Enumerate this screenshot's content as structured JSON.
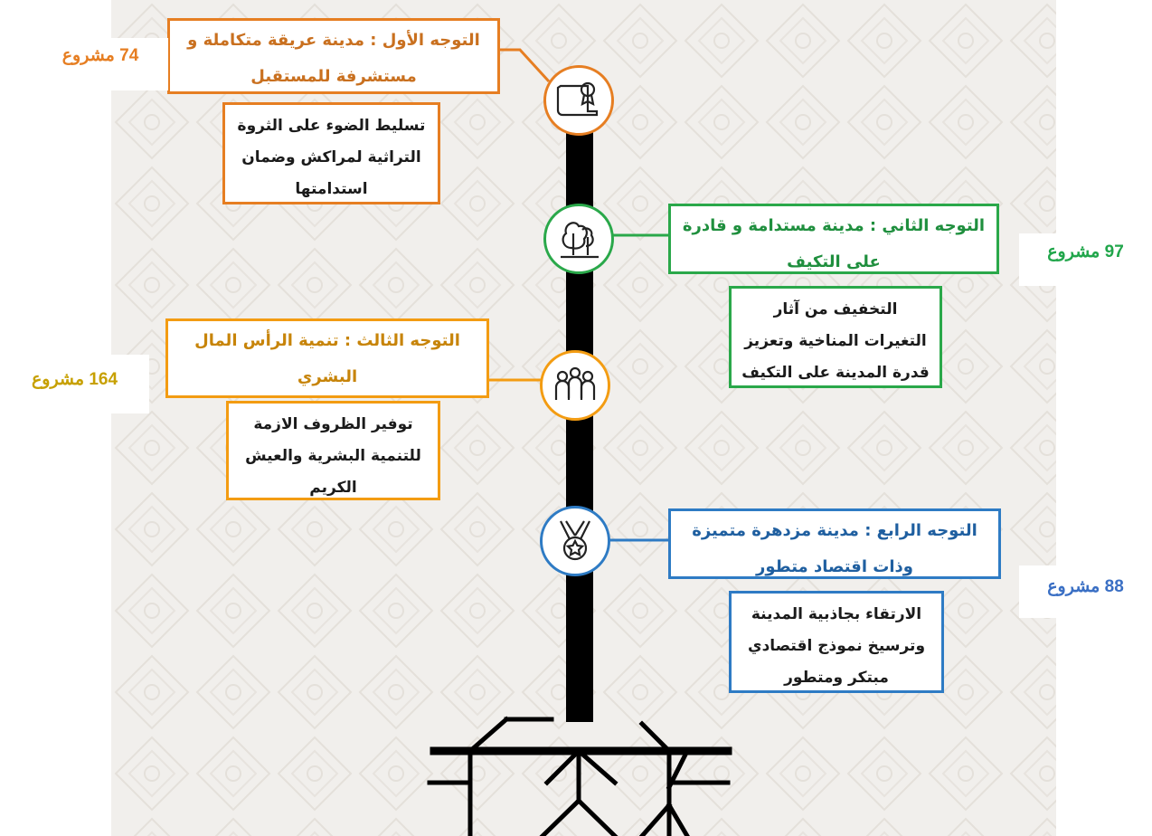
{
  "colors": {
    "axis1": "#e67e22",
    "axis2": "#2aa84a",
    "axis3": "#f39c12",
    "axis4": "#2e7bc4",
    "count1": "#e67e22",
    "count2": "#21a64b",
    "count3": "#c7a000",
    "count4": "#3a6fc4"
  },
  "axes": [
    {
      "title": "التوجه الأول : مدينة عريقة متكاملة و مستشرفة للمستقبل",
      "description": "تسليط الضوء على الثروة التراثية لمراكش وضمان استدامتها",
      "projects": "74 مشروع",
      "icon": "document-certificate-icon"
    },
    {
      "title": "التوجه الثاني : مدينة مستدامة و قادرة على التكيف",
      "description": "التخفيف من آثار التغيرات المناخية وتعزيز قدرة المدينة على التكيف",
      "projects": "97 مشروع",
      "icon": "trees-icon"
    },
    {
      "title": "التوجه الثالث : تنمية الرأس المال البشري",
      "description": "توفير الظروف الازمة للتنمية البشرية والعيش الكريم",
      "projects": "164 مشروع",
      "icon": "people-group-icon"
    },
    {
      "title": "التوجه الرابع : مدينة مزدهرة متميزة وذات اقتصاد متطور",
      "description": "الارتقاء بجاذبية المدينة وترسيخ نموذج اقتصادي مبتكر ومتطور",
      "projects": "88 مشروع",
      "icon": "medal-icon"
    }
  ]
}
